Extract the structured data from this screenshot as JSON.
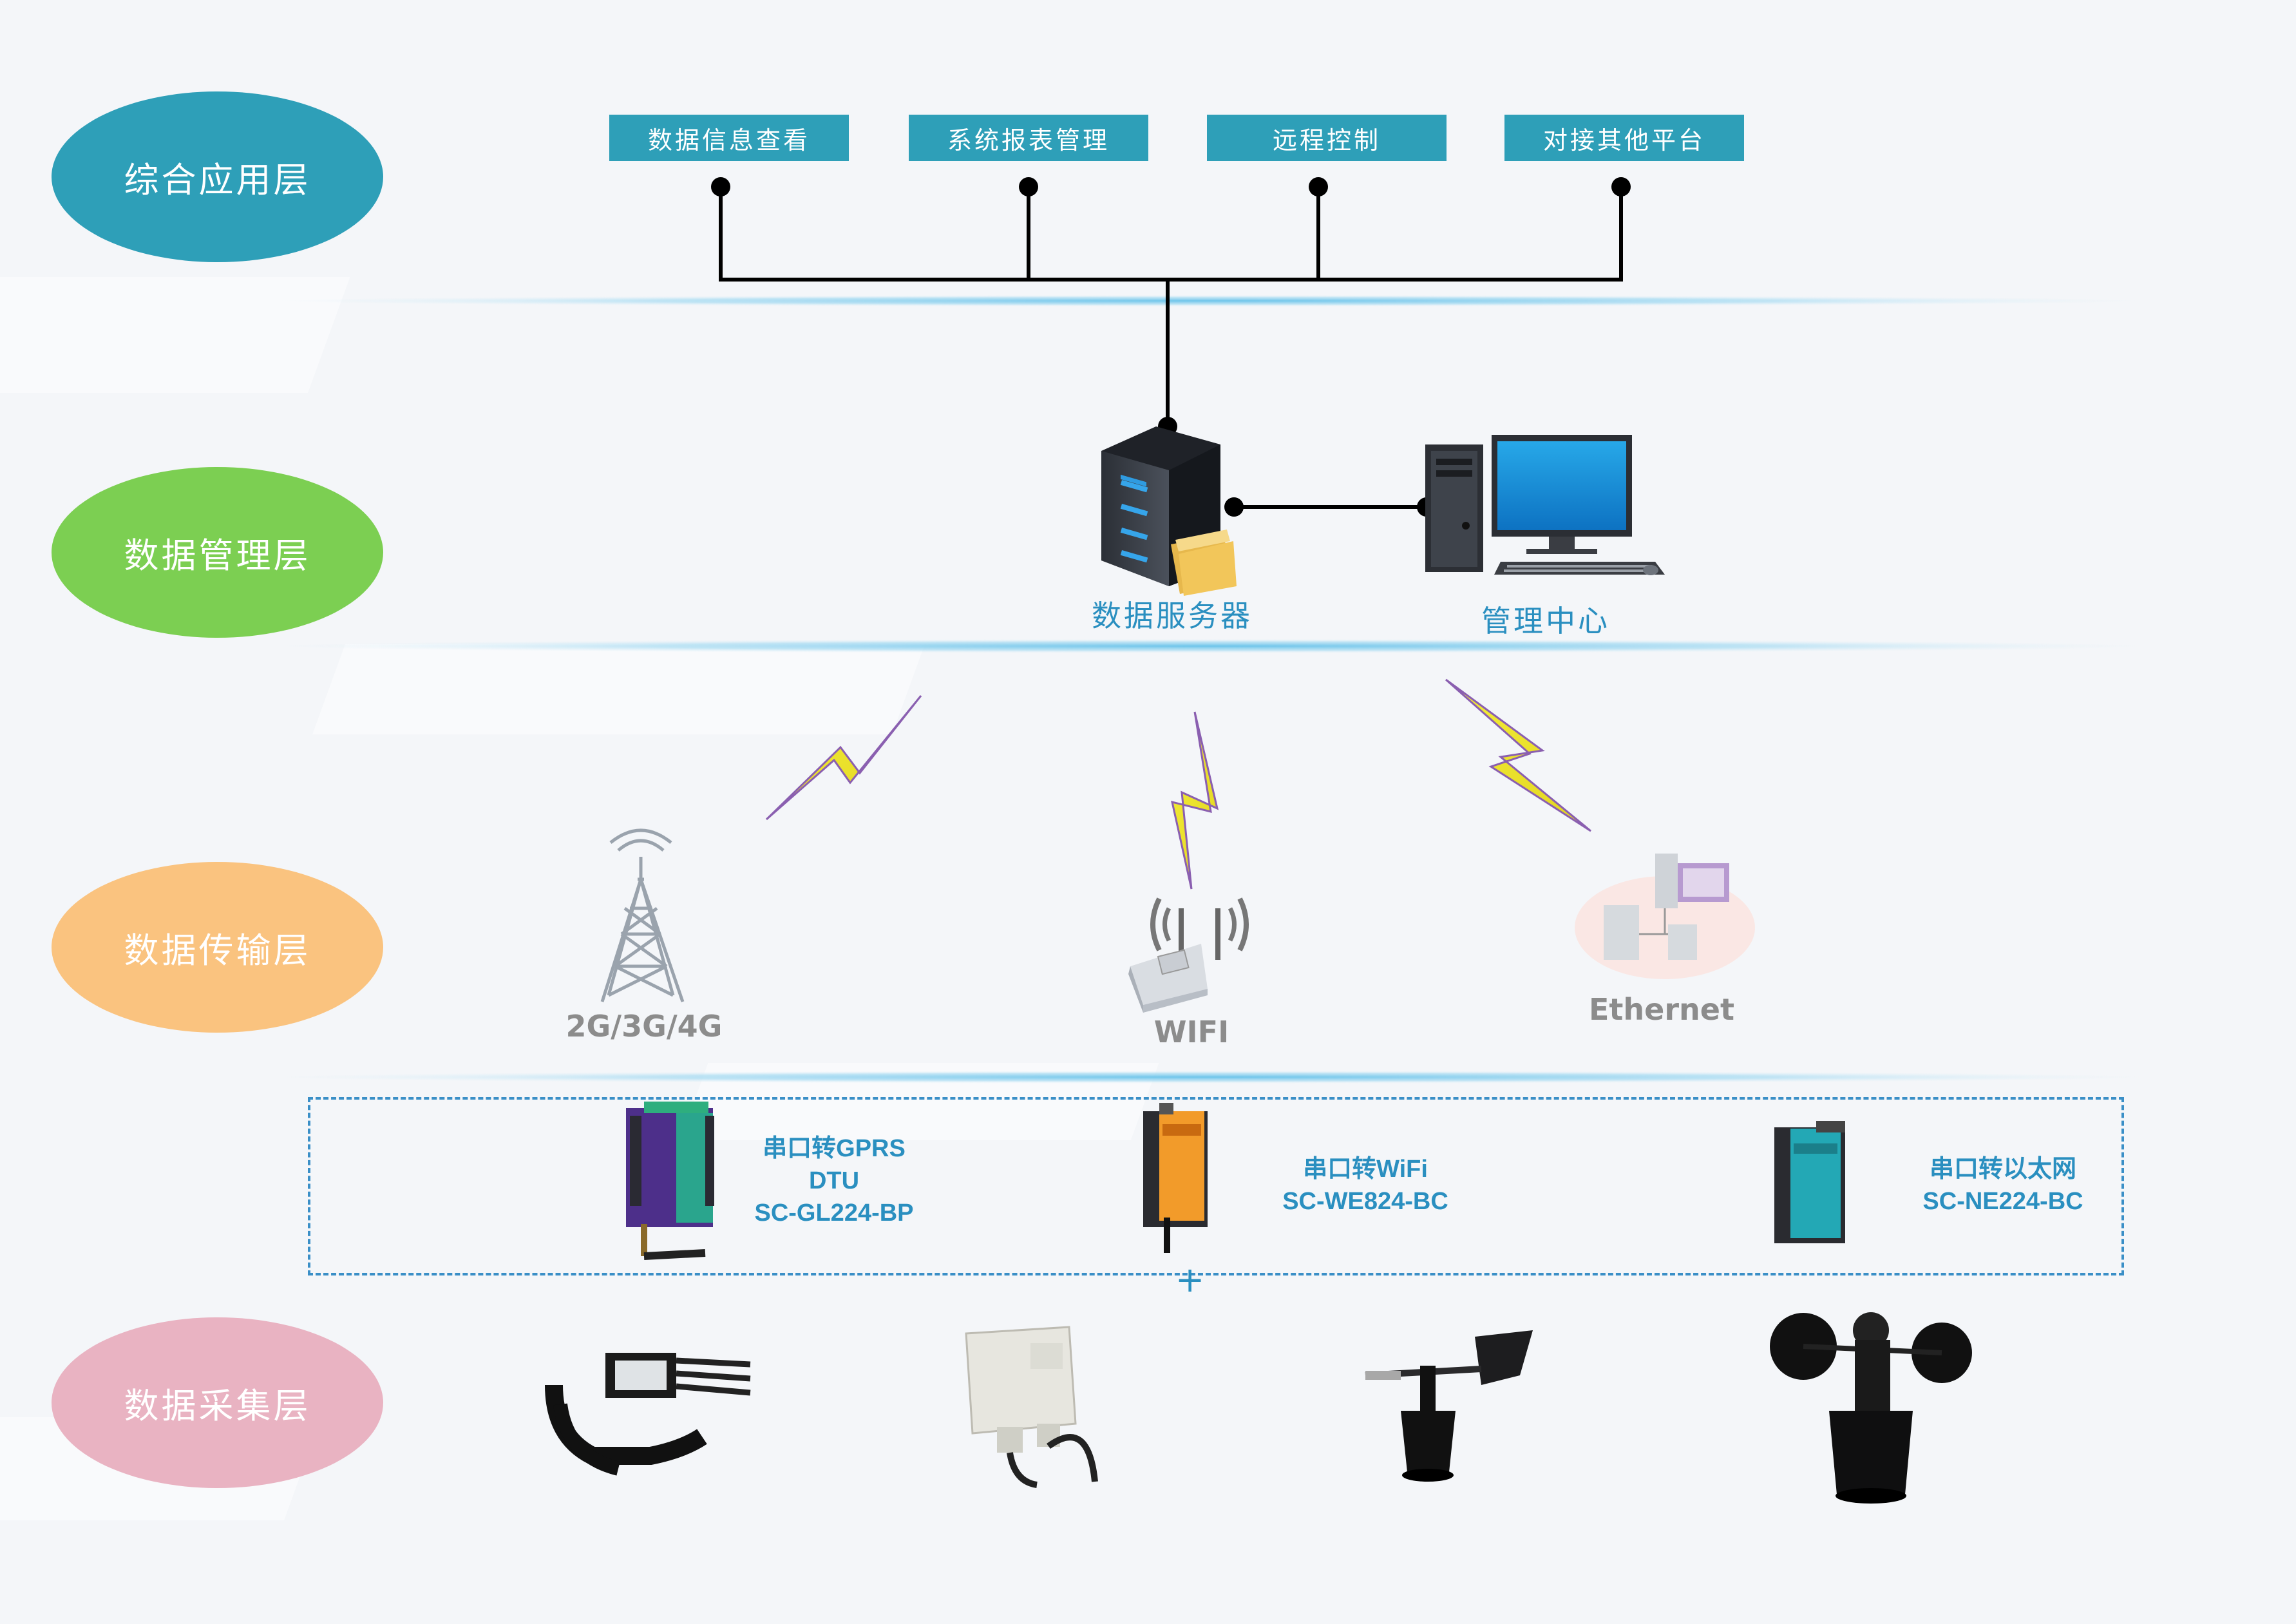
{
  "layers": {
    "application": "综合应用层",
    "management": "数据管理层",
    "transmission": "数据传输层",
    "collection": "数据采集层"
  },
  "apps": [
    "数据信息查看",
    "系统报表管理",
    "远程控制",
    "对接其他平台"
  ],
  "management": {
    "server_label": "数据服务器",
    "center_label": "管理中心"
  },
  "networks": {
    "cellular": "2G/3G/4G",
    "wifi": "WIFI",
    "ethernet": "Ethernet"
  },
  "devices": [
    {
      "line1": "串口转GPRS",
      "line2": "DTU",
      "line3": "SC-GL224-BP"
    },
    {
      "line1": "串口转WiFi",
      "line2": "SC-WE824-BC"
    },
    {
      "line1": "串口转以太网",
      "line2": "SC-NE224-BC"
    }
  ],
  "colors": {
    "application": "#2e9fb8",
    "management": "#7ccf52",
    "transmission": "#fac37f",
    "collection": "#e9b3c2",
    "accent": "#2a8fc0"
  }
}
